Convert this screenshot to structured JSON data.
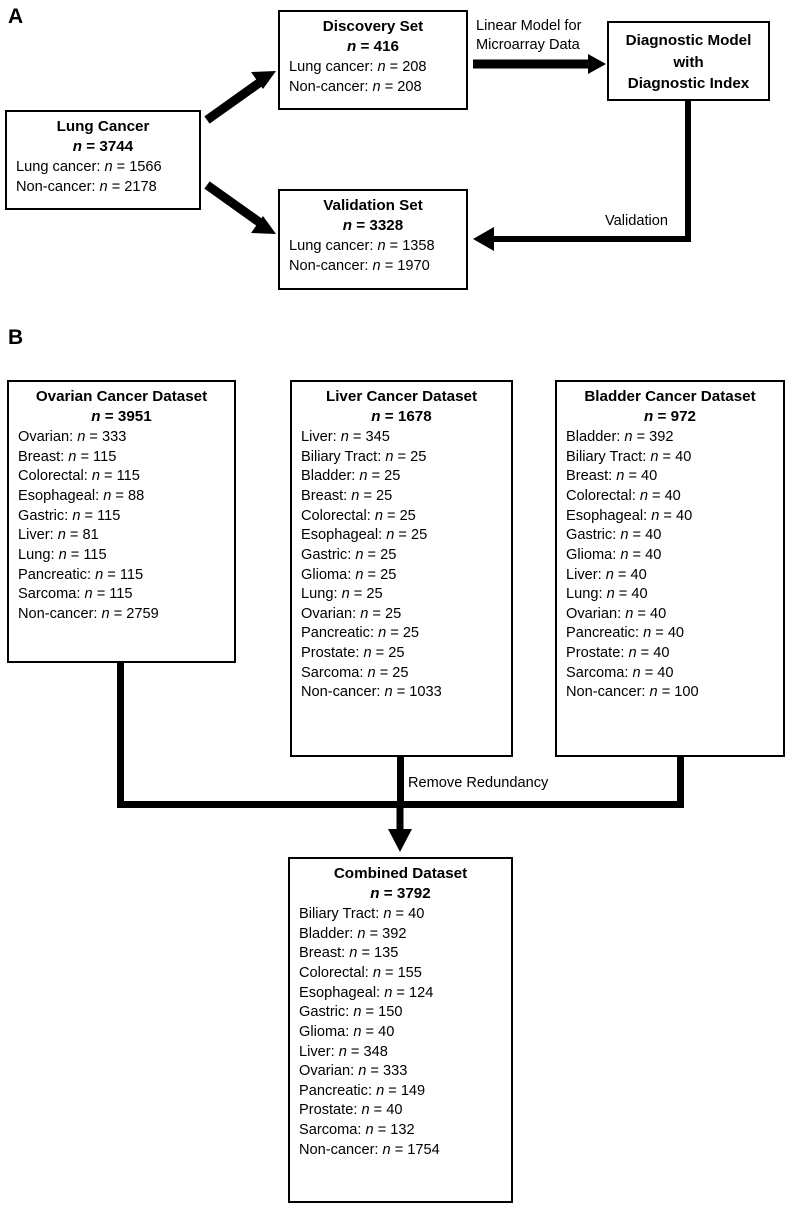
{
  "figure": {
    "panel_a_label": "A",
    "panel_b_label": "B"
  },
  "panel_a": {
    "source": {
      "title": "Lung Cancer",
      "n": "n = 3744",
      "rows": [
        "Lung cancer: n = 1566",
        "Non-cancer: n = 2178"
      ]
    },
    "discovery": {
      "title": "Discovery Set",
      "n": "n = 416",
      "rows": [
        "Lung cancer: n = 208",
        "Non-cancer: n = 208"
      ]
    },
    "validation": {
      "title": "Validation Set",
      "n": "n = 3328",
      "rows": [
        "Lung cancer: n = 1358",
        "Non-cancer: n = 1970"
      ]
    },
    "model": {
      "line1": "Diagnostic Model",
      "line2": "with",
      "line3": "Diagnostic Index"
    },
    "edge_limma_line1": "Linear Model for",
    "edge_limma_line2": "Microarray Data",
    "edge_validation": "Validation"
  },
  "panel_b": {
    "ovarian": {
      "title": "Ovarian Cancer Dataset",
      "n": "n = 3951",
      "rows": [
        "Ovarian: n = 333",
        "Breast: n = 115",
        "Colorectal: n = 115",
        "Esophageal: n = 88",
        "Gastric: n = 115",
        "Liver: n = 81",
        "Lung: n = 115",
        "Pancreatic: n = 115",
        "Sarcoma: n = 115",
        "Non-cancer: n = 2759"
      ]
    },
    "liver": {
      "title": "Liver Cancer Dataset",
      "n": "n = 1678",
      "rows": [
        "Liver: n = 345",
        "Biliary Tract: n = 25",
        "Bladder: n = 25",
        "Breast: n = 25",
        "Colorectal: n = 25",
        "Esophageal: n = 25",
        "Gastric: n = 25",
        "Glioma: n = 25",
        "Lung: n = 25",
        "Ovarian: n = 25",
        "Pancreatic: n = 25",
        "Prostate: n = 25",
        "Sarcoma: n = 25",
        "Non-cancer: n = 1033"
      ]
    },
    "bladder": {
      "title": "Bladder Cancer Dataset",
      "n": "n = 972",
      "rows": [
        "Bladder: n = 392",
        "Biliary Tract: n = 40",
        "Breast: n = 40",
        "Colorectal: n = 40",
        "Esophageal: n = 40",
        "Gastric: n = 40",
        "Glioma: n = 40",
        "Liver: n = 40",
        "Lung: n = 40",
        "Ovarian: n = 40",
        "Pancreatic: n = 40",
        "Prostate: n = 40",
        "Sarcoma: n = 40",
        "Non-cancer: n = 100"
      ]
    },
    "combined": {
      "title": "Combined Dataset",
      "n": "n = 3792",
      "rows": [
        "Biliary Tract: n = 40",
        "Bladder: n = 392",
        "Breast: n = 135",
        "Colorectal: n = 155",
        "Esophageal: n = 124",
        "Gastric: n = 150",
        "Glioma: n = 40",
        "Liver: n = 348",
        "Ovarian: n = 333",
        "Pancreatic: n = 149",
        "Prostate: n = 40",
        "Sarcoma: n = 132",
        "Non-cancer: n = 1754"
      ]
    },
    "edge_remove_redundancy": "Remove Redundancy"
  },
  "colors": {
    "stroke": "#000000",
    "background": "#ffffff"
  }
}
